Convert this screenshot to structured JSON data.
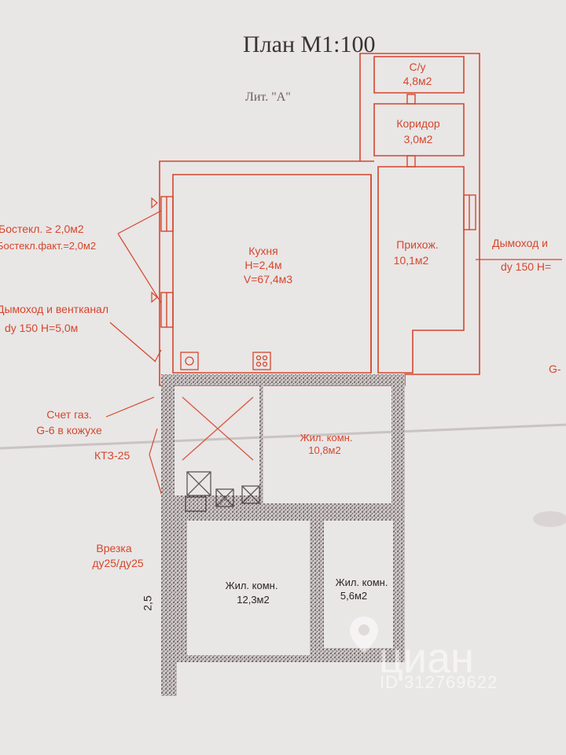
{
  "document": {
    "title": "План М1:100",
    "subtitle": "Лит. \"А\""
  },
  "rooms": {
    "wc": {
      "name": "С/у",
      "area": "4,8м2"
    },
    "corridor": {
      "name": "Коридор",
      "area": "3,0м2"
    },
    "kitchen": {
      "name": "Кухня",
      "height": "Н=2,4м",
      "volume": "V=67,4м3"
    },
    "hall": {
      "name": "Прихож.",
      "area": "10,1м2"
    },
    "living1": {
      "name": "Жил. комн.",
      "area": "10,8м2"
    },
    "living2": {
      "name": "Жил. комн.",
      "area": "12,3м2"
    },
    "living3": {
      "name": "Жил. комн.",
      "area": "5,6м2"
    }
  },
  "annotations": {
    "glazing1": "Бостекл. ≥ 2,0м2",
    "glazing2": "Бостекл.факт.=2,0м2",
    "chimney_left1": "Дымоход и вентканал",
    "chimney_left2": "dy 150 Н=5,0м",
    "chimney_right1": "Дымоход и",
    "chimney_right2": "dy 150 Н=",
    "gas_meter1": "Счет газ.",
    "gas_meter2": "G-6 в кожухе",
    "kt3": "КТЗ-25",
    "insertion1": "Врезка",
    "insertion2": "ду25/ду25",
    "right_edge_g": "G-",
    "side_number": "2,5"
  },
  "watermark": {
    "brand": "циан",
    "listing_id": "ID 312769622"
  },
  "colors": {
    "plan_red": "#d4472c",
    "paper": "#e9e6e6",
    "ink": "#2b2626"
  }
}
